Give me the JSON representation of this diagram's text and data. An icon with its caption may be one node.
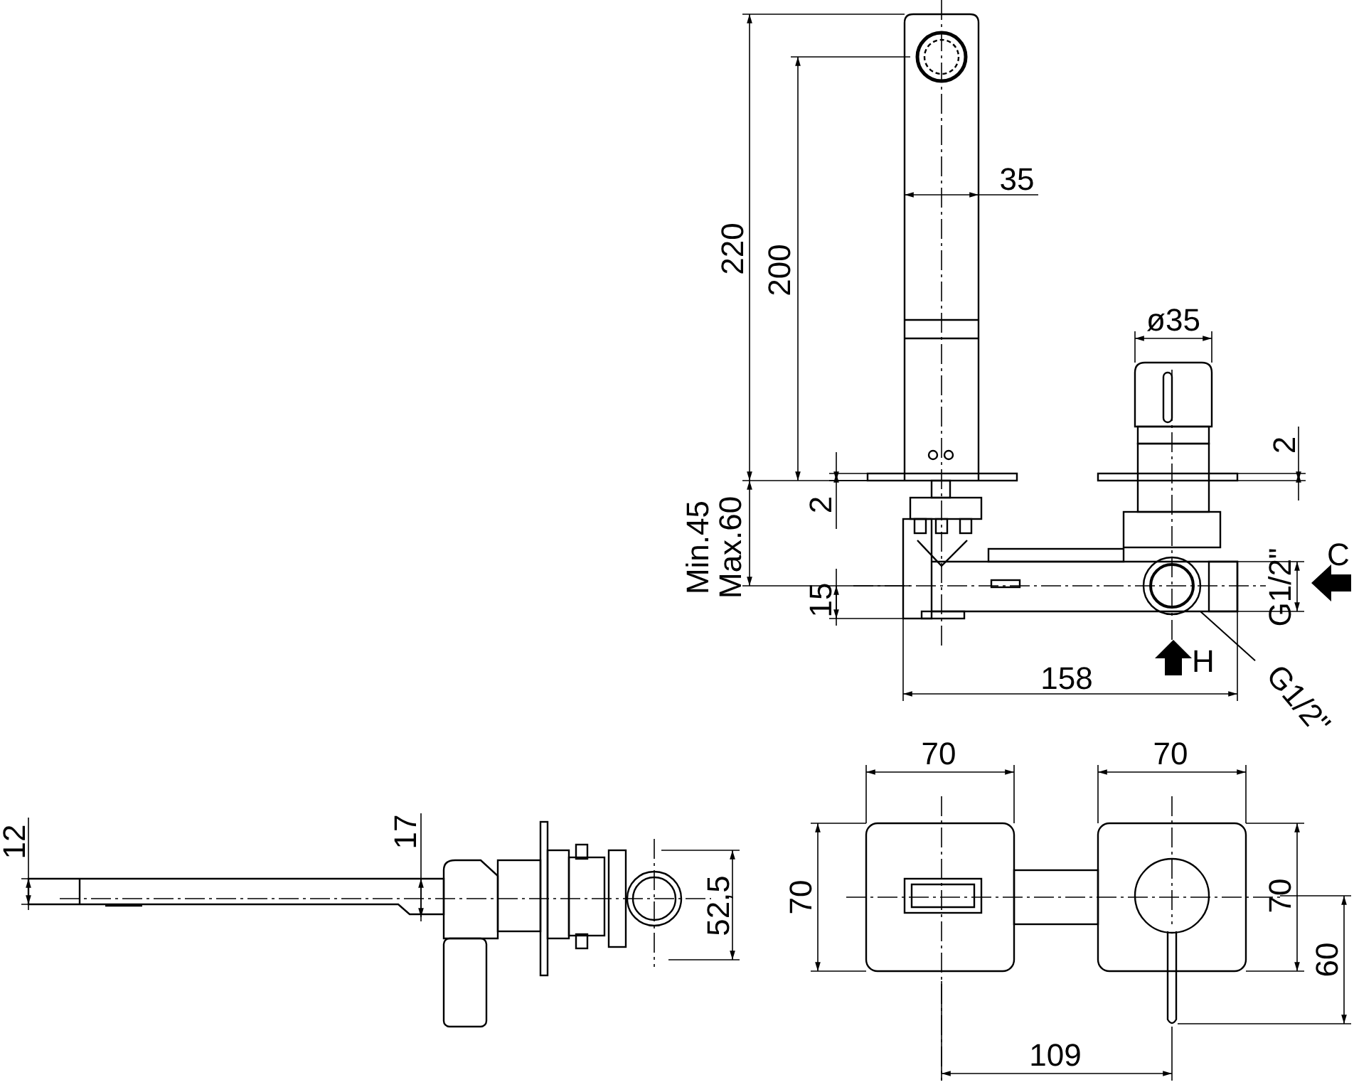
{
  "diagram": {
    "nodes": [
      {
        "text": [
          "G1/2\""
        ]
      },
      {
        "text": [],
        "shape": "circle"
      }
    ],
    "edges": [
      {
        "from": 0,
        "to": 1,
        "arrow": "none"
      }
    ],
    "labels": [
      "35",
      "220",
      "200",
      "ø35",
      "2",
      "2",
      "Min.45 Max.60",
      "C",
      "15",
      "G1/2\"",
      "H",
      "158",
      "70",
      "70",
      "12",
      "17",
      "70",
      "52,5",
      "70",
      "60",
      "109"
    ]
  }
}
